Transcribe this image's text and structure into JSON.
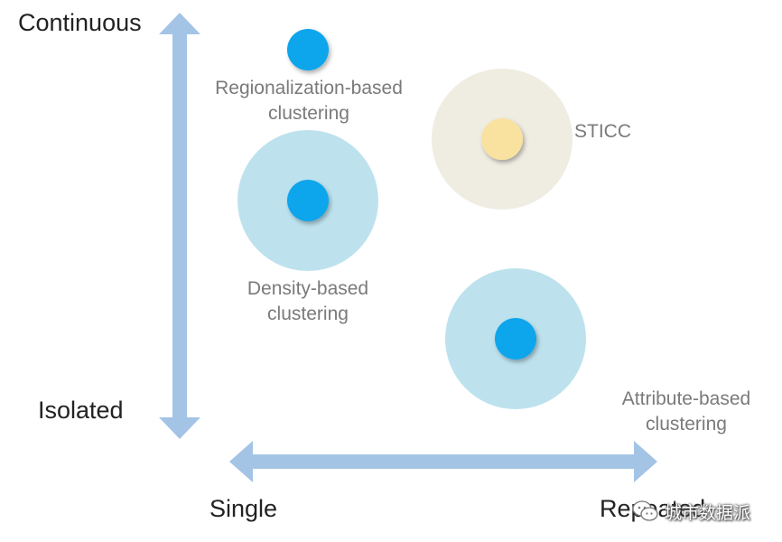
{
  "axes": {
    "vertical_top": "Continuous",
    "vertical_bottom": "Isolated",
    "horizontal_left": "Single",
    "horizontal_right": "Repeated"
  },
  "items": [
    {
      "id": "regionalization",
      "line1": "Regionalization-based",
      "line2": "clustering",
      "halo": false
    },
    {
      "id": "density",
      "line1": "Density-based",
      "line2": "clustering",
      "halo": true
    },
    {
      "id": "sticc",
      "line1": "STICC",
      "line2": "",
      "halo": true
    },
    {
      "id": "attribute",
      "line1": "Attribute-based",
      "line2": "clustering",
      "halo": true
    }
  ],
  "watermark": {
    "text": "城市数据派",
    "icon": "wechat-icon"
  },
  "colors": {
    "arrow": "#a4c4e6",
    "dot_blue": "#0ea5ec",
    "dot_yellow": "#f9e2a0",
    "halo_blue": "#bde2ee",
    "halo_beige": "#efece1",
    "label_gray": "#7a7a7a",
    "axis_text": "#222222"
  }
}
